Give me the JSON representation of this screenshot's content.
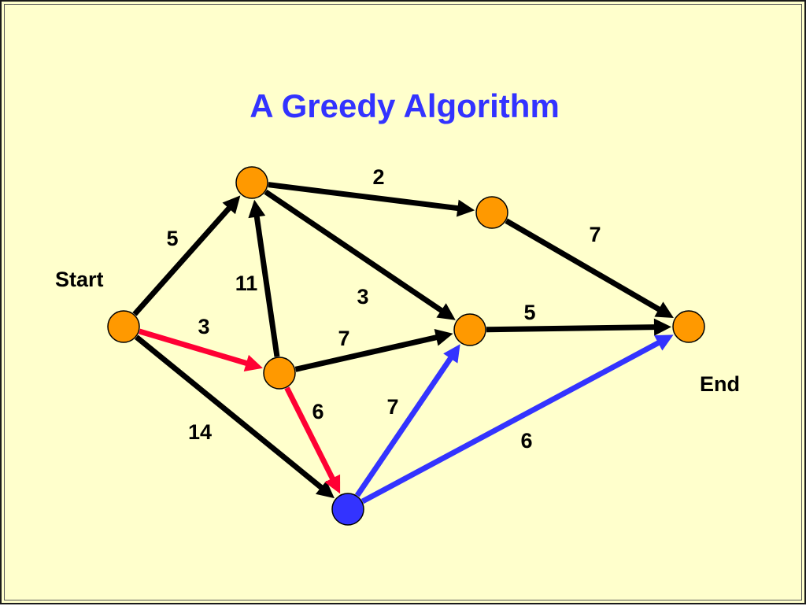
{
  "title": "A Greedy Algorithm",
  "colors": {
    "background": "#ffffcc",
    "title": "#3333ff",
    "node_default": "#ff9900",
    "node_highlight": "#3333ff",
    "edge_default": "#000000",
    "edge_red": "#ff0033",
    "edge_blue": "#3333ff"
  },
  "labels": {
    "start": "Start",
    "end": "End"
  },
  "nodes": [
    {
      "id": "start",
      "highlight": false
    },
    {
      "id": "a",
      "highlight": false
    },
    {
      "id": "b",
      "highlight": false
    },
    {
      "id": "c",
      "highlight": false
    },
    {
      "id": "d",
      "highlight": false
    },
    {
      "id": "e",
      "highlight": true
    },
    {
      "id": "end",
      "highlight": false
    }
  ],
  "edges": [
    {
      "id": "start-a",
      "from": "start",
      "to": "a",
      "weight": "5",
      "color": "edge_default"
    },
    {
      "id": "start-c",
      "from": "start",
      "to": "c",
      "weight": "3",
      "color": "edge_red"
    },
    {
      "id": "start-e",
      "from": "start",
      "to": "e",
      "weight": "14",
      "color": "edge_default"
    },
    {
      "id": "a-b",
      "from": "a",
      "to": "b",
      "weight": "2",
      "color": "edge_default"
    },
    {
      "id": "a-d",
      "from": "a",
      "to": "d",
      "weight": "3",
      "color": "edge_default"
    },
    {
      "id": "c-a",
      "from": "c",
      "to": "a",
      "weight": "11",
      "color": "edge_default"
    },
    {
      "id": "c-d",
      "from": "c",
      "to": "d",
      "weight": "7",
      "color": "edge_default"
    },
    {
      "id": "c-e",
      "from": "c",
      "to": "e",
      "weight": "6",
      "color": "edge_red"
    },
    {
      "id": "b-end",
      "from": "b",
      "to": "end",
      "weight": "7",
      "color": "edge_default"
    },
    {
      "id": "d-end",
      "from": "d",
      "to": "end",
      "weight": "5",
      "color": "edge_default"
    },
    {
      "id": "e-d",
      "from": "e",
      "to": "d",
      "weight": "7",
      "color": "edge_blue"
    },
    {
      "id": "e-end",
      "from": "e",
      "to": "end",
      "weight": "6",
      "color": "edge_blue"
    }
  ]
}
